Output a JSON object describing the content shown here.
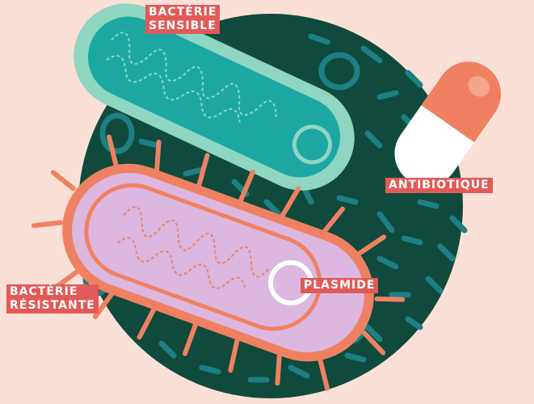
{
  "labels": {
    "sensitive_line1": "BACTÉRIE",
    "sensitive_line2": "SENSIBLE",
    "antibiotic": "ANTIBIOTIQUE",
    "plasmid": "PLASMIDE",
    "resistant_line1": "BACTÉRIE",
    "resistant_line2": "RÉSISTANTE"
  },
  "colors": {
    "background": "#fbe0d7",
    "disc": "#0f4a3c",
    "microbe_teal": "#1e7f85",
    "sensitive_body": "#1ca7a3",
    "sensitive_outline": "#8fd6c2",
    "resistant_body": "#dcb7e0",
    "resistant_outline": "#ef8162",
    "label_bg": "#e25a57",
    "pill_orange": "#ef8162"
  }
}
